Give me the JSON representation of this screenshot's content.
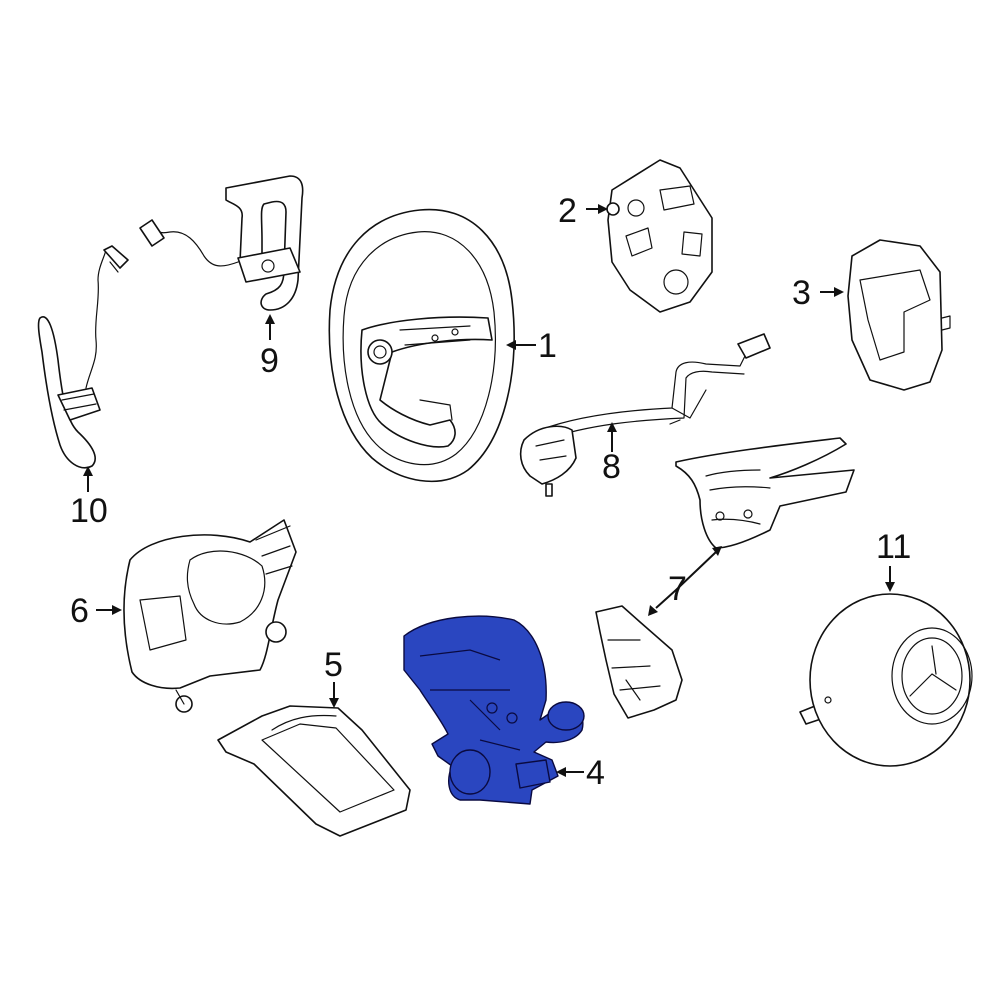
{
  "colors": {
    "highlight": "#2a46c0",
    "line": "#111111",
    "background": "#ffffff"
  },
  "callouts": [
    "1",
    "2",
    "3",
    "4",
    "5",
    "6",
    "7",
    "8",
    "9",
    "10",
    "11"
  ],
  "highlighted_part": "4"
}
